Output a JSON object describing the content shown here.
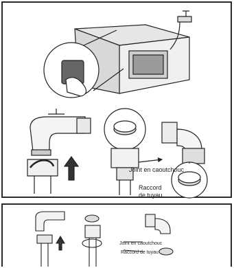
{
  "top_panel": {
    "label_gasket": "Joint en caoutchouc",
    "label_fitting_line1": "Raccord",
    "label_fitting_line2": "de tuyau"
  },
  "bottom_panel": {
    "label_gasket": "Joint en caoutchouc",
    "label_fitting": "Raccord de tuyau"
  }
}
